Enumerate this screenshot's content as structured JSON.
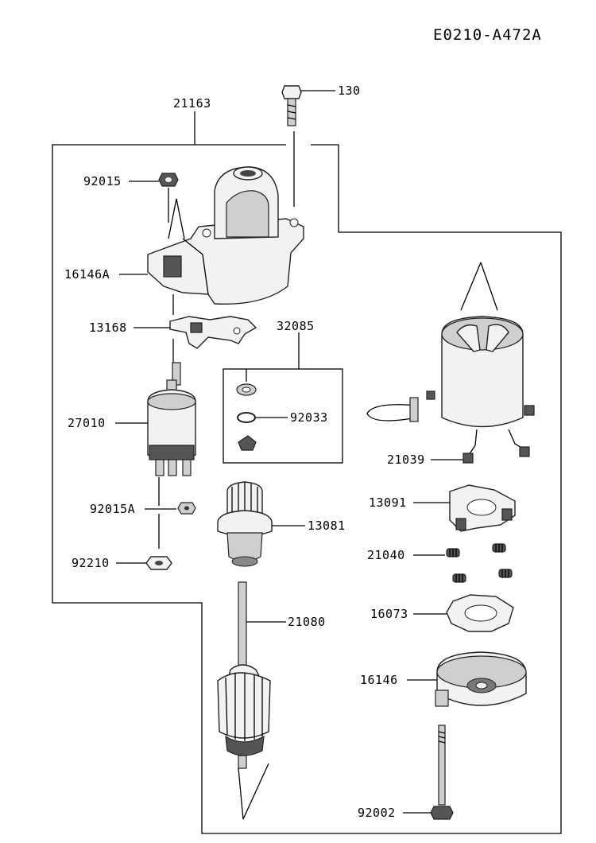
{
  "reference": "E0210-A472A",
  "labels": {
    "p130": "130",
    "p21163": "21163",
    "p92015": "92015",
    "p16146A": "16146A",
    "p13168": "13168",
    "p32085": "32085",
    "p27010": "27010",
    "p92033": "92033",
    "p21039": "21039",
    "p92015A": "92015A",
    "p13091": "13091",
    "p13081": "13081",
    "p92210": "92210",
    "p21040": "21040",
    "p16073": "16073",
    "p21080": "21080",
    "p16146": "16146",
    "p92002": "92002"
  }
}
